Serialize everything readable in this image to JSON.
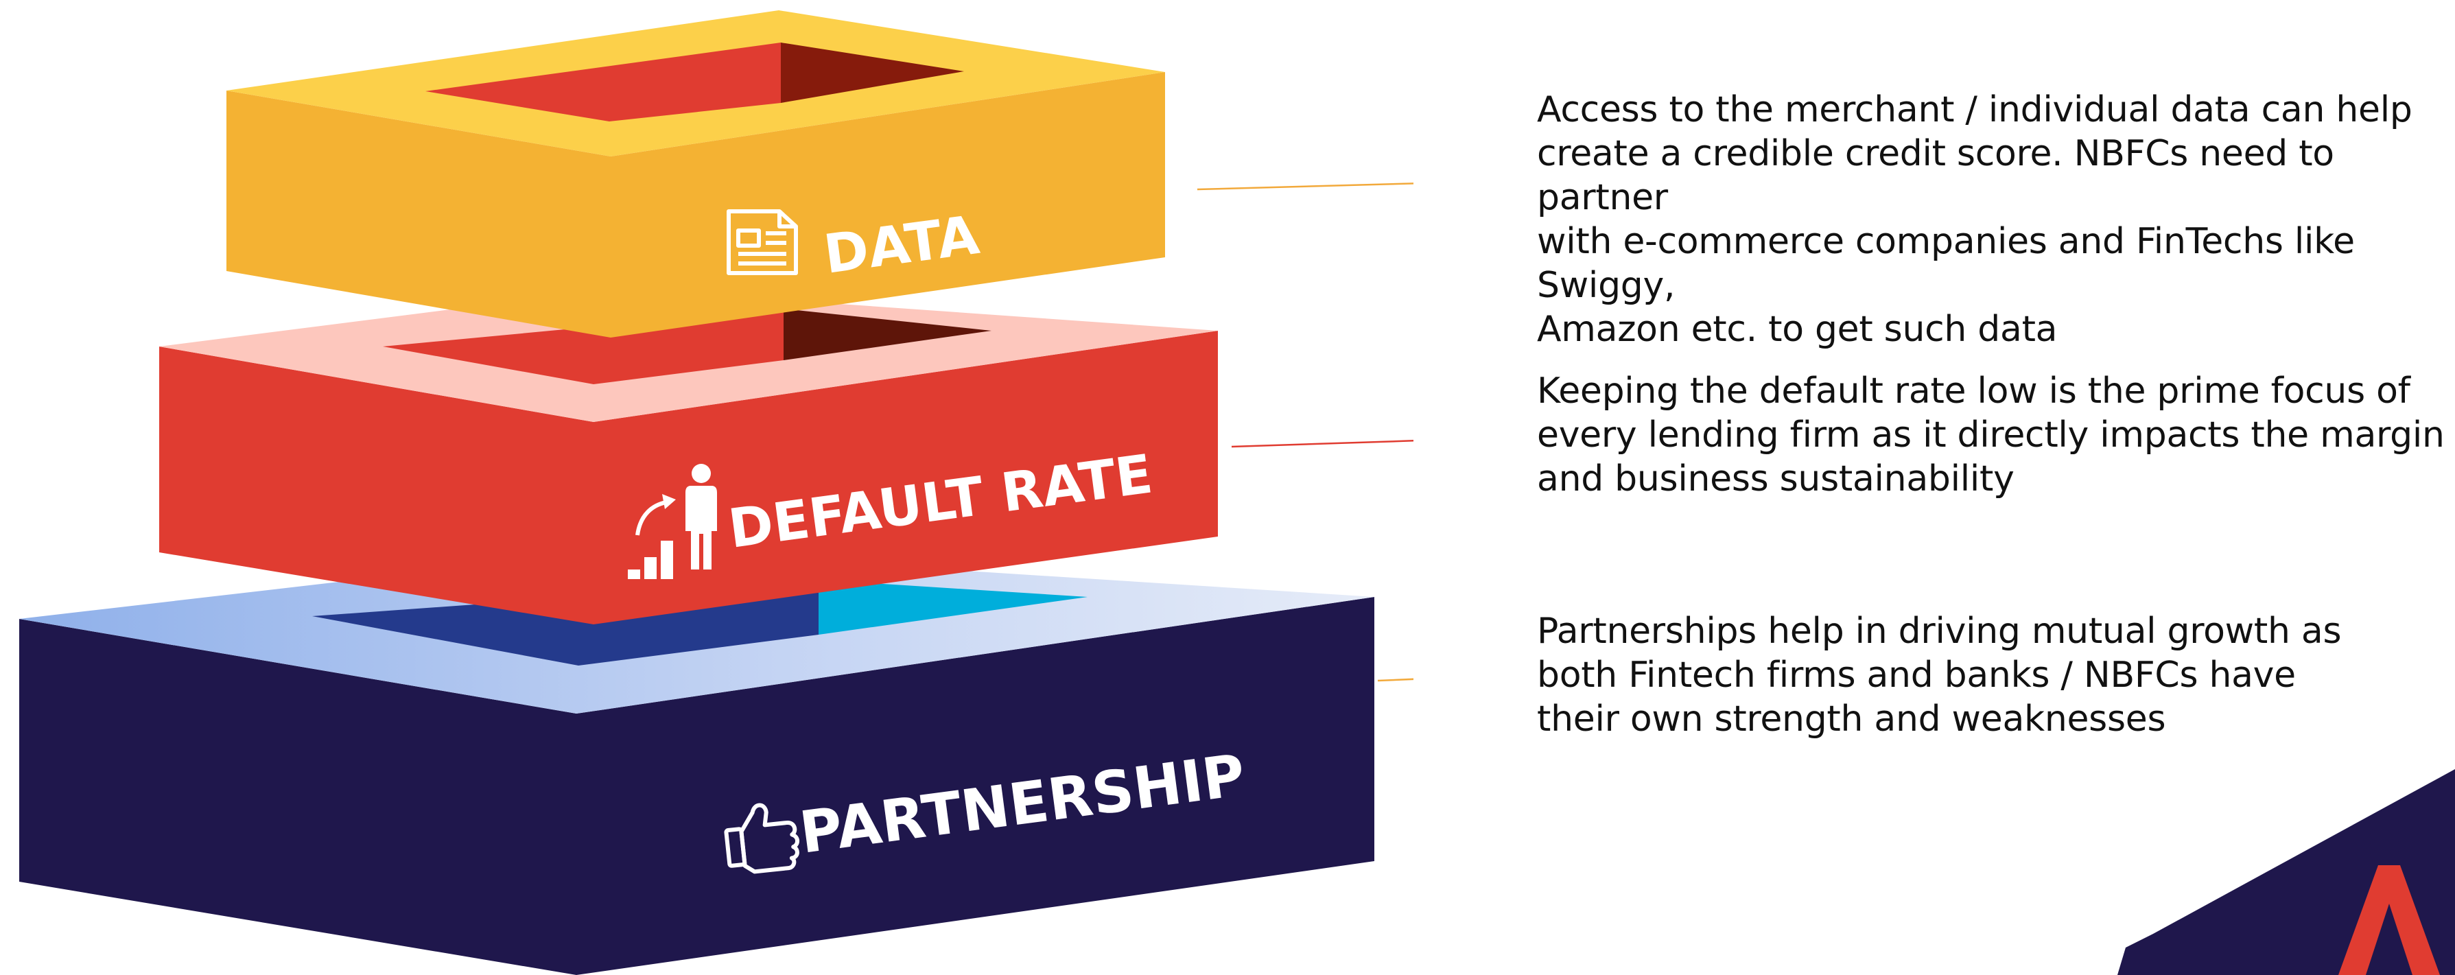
{
  "layers": {
    "data": {
      "label": "DATA",
      "icon": "document-icon",
      "description": "Access to the merchant / individual data can help\ncreate a credible credit score. NBFCs need to partner\nwith e-commerce companies and FinTechs like Swiggy,\nAmazon etc. to get such data"
    },
    "default_rate": {
      "label": "DEFAULT RATE",
      "icon": "growth-person-icon",
      "description": "Keeping the default rate low is the prime focus of\nevery lending firm as it directly impacts the margin\nand business sustainability"
    },
    "partnership": {
      "label": "PARTNERSHIP",
      "icon": "thumbs-up-icon",
      "description": "Partnerships help in driving mutual growth as\nboth Fintech firms and banks / NBFCs have\ntheir own strength and weaknesses"
    }
  },
  "colors": {
    "data_front": "#F4B233",
    "data_top": "#FCD04A",
    "default_front": "#E03C31",
    "default_top": "#FDC7BD",
    "partnership_front": "#1F174C",
    "partnership_top": "#B7C8F0",
    "partnership_inner_left": "#243A8C",
    "partnership_inner_right": "#00AEDB",
    "connector": "#F2A93B"
  }
}
